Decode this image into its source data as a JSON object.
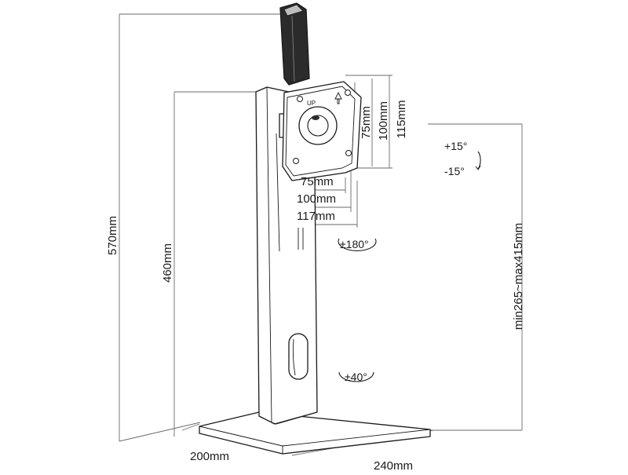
{
  "dimensions": {
    "total_height": "570mm",
    "pole_height": "460mm",
    "vesa_75_h": "75mm",
    "vesa_100_h": "100mm",
    "plate_115": "115mm",
    "vesa_75_w": "75mm",
    "vesa_100_w": "100mm",
    "plate_117": "117mm",
    "height_range": "min265~max415mm",
    "base_depth": "200mm",
    "base_width": "240mm"
  },
  "angles": {
    "tilt_up": "+15°",
    "tilt_down": "-15°",
    "rotation": "±180°",
    "swivel": "±40°"
  },
  "labels": {
    "up_mark": "UP"
  }
}
